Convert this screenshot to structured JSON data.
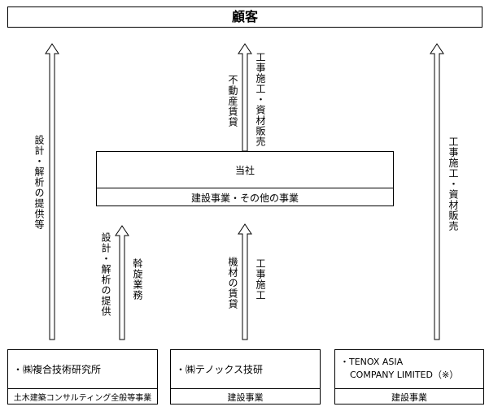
{
  "customer": {
    "label": "顧客"
  },
  "company": {
    "name": "当社",
    "business": "建設事業・その他の事業"
  },
  "flows": {
    "left_outer": "設計・解析の提供等",
    "left_inner_a": "設計・解析の提供",
    "left_inner_b": "斡旋業務",
    "center_up_a": "不動産賃貸",
    "center_up_b": "工事施工・資材販売",
    "center_low_a": "機材の賃貸",
    "center_low_b": "工事施工",
    "right_outer": "工事施工・資材販売"
  },
  "subsidiaries": [
    {
      "name": "・㈱複合技術研究所",
      "segment": "土木建築コンサルティング全般等事業"
    },
    {
      "name": "・㈱テノックス技研",
      "segment": "建設事業"
    },
    {
      "name_line1": "・TENOX ASIA",
      "name_line2": "COMPANY LIMITED（※）",
      "segment": "建設事業"
    }
  ]
}
